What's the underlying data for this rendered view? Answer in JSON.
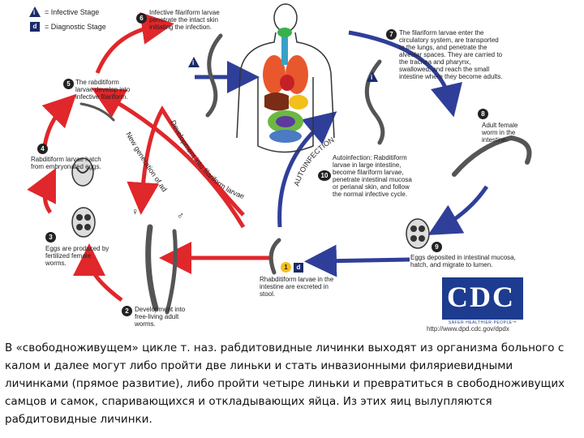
{
  "legend": {
    "infective_symbol": "i",
    "infective_label": "= Infective Stage",
    "diagnostic_symbol": "d",
    "diagnostic_label": "= Diagnostic Stage"
  },
  "steps": {
    "s1": {
      "num": "1",
      "text": "Rhabditiform larvae in the intestine are excreted in stool."
    },
    "s2": {
      "num": "2",
      "text": "Development into free-living adult worms."
    },
    "s3": {
      "num": "3",
      "text": "Eggs are produced by fertilized female worms."
    },
    "s4": {
      "num": "4",
      "text": "Rabditiform larvae hatch from embryonated eggs."
    },
    "s5": {
      "num": "5",
      "text": "The rabditiform larvae develop into infective filariform."
    },
    "s6": {
      "num": "6",
      "text": "Infective filariform larvae penetrate the intact skin initiating the infection."
    },
    "s7": {
      "num": "7",
      "text": "The filariform larvae enter the circulatory system, are transported to the lungs, and penetrate the alveolar spaces. They are carried to the trachea and pharynx, swallowed, and reach the small intestine where they become adults."
    },
    "s8": {
      "num": "8",
      "text": "Adult female worm in the intestine."
    },
    "s9": {
      "num": "9",
      "text": "Eggs deposited in intestinal mucosa, hatch, and migrate to lumen."
    },
    "s10": {
      "num": "10",
      "text": "Autoinfection: Rabditiform larvae in large intestine, become filariform larvae, penetrate intestinal mucosa or perianal skin, and follow the normal infective cycle."
    }
  },
  "arc_labels": {
    "development": "Development into filariform larvae",
    "new_generation": "New generation of adults",
    "autoinfection": "AUTOINFECTION"
  },
  "sex_symbols": {
    "female": "♀",
    "male": "♂"
  },
  "logo": {
    "text": "CDC",
    "tagline": "SAFER·HEALTHIER·PEOPLE™",
    "url": "http://www.dpd.cdc.gov/dpdx"
  },
  "caption": "В «свободноживущем» цикле т. наз. рабдитовидные личинки выходят из организма больного с калом и далее могут либо пройти две линьки и стать инвазионными филяриевидными личинками (прямое развитие), либо пройти четыре линьки и превратиться в свободноживущих самцов и самок, спаривающихся и откладывающих яйца. Из этих яиц вылупляются рабдитовидные личинки.",
  "colors": {
    "free_living_arrows": "#e0272b",
    "parasitic_arrows": "#2f3f99",
    "badge": "#222222",
    "stage_marker": "#1a2a6c",
    "logo_bg": "#1d3c8f"
  }
}
